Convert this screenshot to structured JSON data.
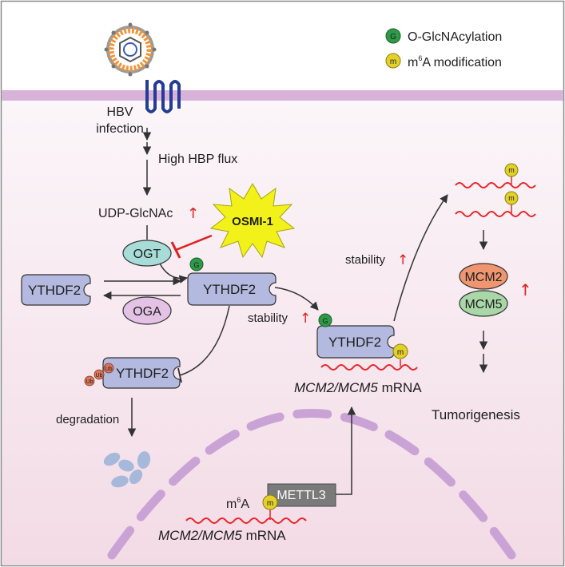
{
  "legend": {
    "glcnac_badge": "G",
    "glcnac_label": "O-GlcNAcylation",
    "m6a_badge": "m",
    "m6a_label_pre": "m",
    "m6a_label_sup": "6",
    "m6a_label_post": "A modification"
  },
  "labels": {
    "hbv_line1": "HBV",
    "hbv_line2": "infection",
    "hbp_flux": "High HBP flux",
    "udp": "UDP-GlcNAc",
    "osmi": "OSMI-1",
    "ogt": "OGT",
    "oga": "OGA",
    "ythdf2": "YTHDF2",
    "ub": "Ub",
    "degradation": "degradation",
    "stability": "stability",
    "mrna_italic": "MCM2/MCM5",
    "mrna_suffix": " mRNA",
    "mcm2": "MCM2",
    "mcm5": "MCM5",
    "tumorigenesis": "Tumorigenesis",
    "m6a_pre": "m",
    "m6a_sup": "6",
    "m6a_post": "A",
    "mettl3": "METTL3",
    "badge_m": "m",
    "badge_g": "G",
    "up_arrow": "↑"
  },
  "colors": {
    "membrane": "#d9b2d9",
    "cytoplasm_top": "#fbf5f8",
    "cytoplasm_bottom": "#f4dde6",
    "ythdf2_fill": "#b3b9df",
    "ogt_fill": "#a7dcd9",
    "oga_fill": "#e3c2e6",
    "osmi_fill": "#f2f21a",
    "mcm2_fill": "#ef9670",
    "mcm5_fill": "#a9d7a7",
    "mettl3_fill": "#7a7a7a",
    "mrna_red": "#e8262a",
    "glcnac_green": "#2e9a48",
    "m6a_yellow": "#e3d12a",
    "ub_orange": "#d9745a",
    "nucleus_dash": "#c9a3d6",
    "fragment_blue": "#a6b9db",
    "virus_orange": "#f0953a",
    "receptor_blue": "#243c96",
    "up_red": "#e02020"
  }
}
